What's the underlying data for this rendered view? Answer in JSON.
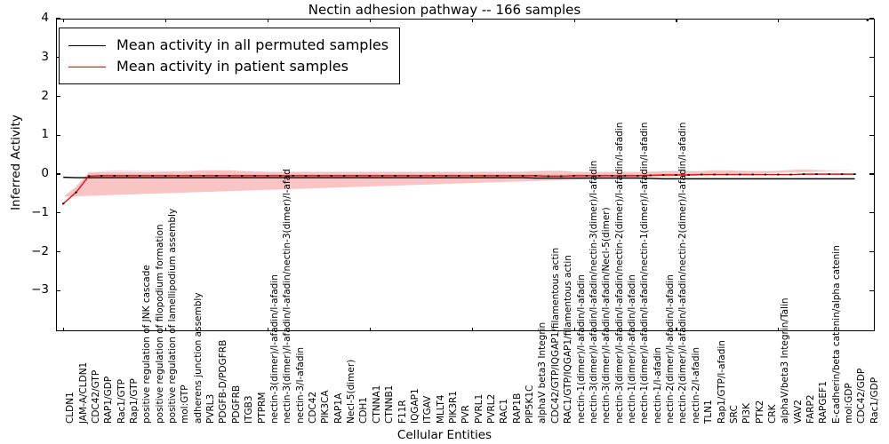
{
  "chart_data": {
    "type": "line",
    "title": "Nectin adhesion pathway -- 166 samples",
    "xlabel": "Cellular Entities",
    "ylabel": "Inferred Activity",
    "ylim": [
      -4,
      4
    ],
    "yticks": [
      -4,
      -3,
      -2,
      -1,
      0,
      1,
      2,
      3,
      4
    ],
    "ytick_labels": [
      "",
      "−3",
      "−2",
      "−1",
      "0",
      "1",
      "2",
      "3",
      "4"
    ],
    "grid": false,
    "legend_position": "upper left",
    "legend": [
      {
        "name": "Mean activity in all permuted samples",
        "color": "#000000"
      },
      {
        "name": "Mean activity in patient samples",
        "color": "#ff0000"
      }
    ],
    "categories": [
      "CLDN1",
      "JAM-A/CLDN1",
      "CDC42/GTP",
      "RAP1/GDP",
      "Rac1/GTP",
      "Rap1/GTP",
      "positive regulation of JNK cascade",
      "positive regulation of filopodium formation",
      "positive regulation of lamellipodium assembly",
      "mol:GTP",
      "adherens junction assembly",
      "PVRL3",
      "PDGFB-D/PDGFRB",
      "PDGFRB",
      "ITGB3",
      "PTPRM",
      "nectin-3(dimer)/l-afadin/l-afadin",
      "nectin-3(dimer)/l-afadin/l-afadin/nectin-3(dimer)/l-afad",
      "nectin-3/l-afadin",
      "CDC42",
      "PIK3CA",
      "RAP1A",
      "Necl-5(dimer)",
      "CDH1",
      "CTNNA1",
      "CTNNB1",
      "F11R",
      "IQGAP1",
      "ITGAV",
      "MLLT4",
      "PIK3R1",
      "PVR",
      "PVRL1",
      "PVRL2",
      "RAC1",
      "RAP1B",
      "PIP5K1C",
      "alphaV beta3 Integrin",
      "CDC42/GTP/IQGAP1/filamentous actin",
      "RAC1/GTP/IQGAP1/filamentous actin",
      "nectin-1(dimer)/l-afadin/l-afadin",
      "nectin-3(dimer)/l-afadin/l-afadin/nectin-3(dimer)/l-afadin",
      "nectin-3(dimer)/l-afadin/l-afadin/Necl-5(dimer)",
      "nectin-3(dimer)/l-afadin/l-afadin/nectin-2(dimer)/l-afadin/l-afadin",
      "nectin-1(dimer)/l-afadin/l-afadin",
      "nectin-1(dimer)/l-afadin/l-afadin/nectin-1(dimer)/l-afadin/l-afadin",
      "nectin-1/l-afadin",
      "nectin-2(dimer)/l-afadin/l-afadin",
      "nectin-2(dimer)/l-afadin/l-afadin/nectin-2(dimer)/l-afadin/l-afadin",
      "nectin-2/l-afadin",
      "TLN1",
      "Rap1/GTP/l-afadin",
      "SRC",
      "PI3K",
      "PTK2",
      "CRK",
      "alphaV/beta3 Integrin/Talin",
      "VAV2",
      "FARP2",
      "RAPGEF1",
      "E-cadherin/beta catenin/alpha catenin",
      "mol:GDP",
      "CDC42/GDP",
      "Rac1/GDP"
    ],
    "series": [
      {
        "name": "Mean activity in all permuted samples",
        "color": "#000000",
        "band_color": "#d9d9d9",
        "values": [
          -0.06,
          -0.07,
          -0.07,
          -0.07,
          -0.07,
          -0.07,
          -0.07,
          -0.07,
          -0.07,
          -0.07,
          -0.07,
          -0.07,
          -0.07,
          -0.07,
          -0.07,
          -0.07,
          -0.07,
          -0.07,
          -0.07,
          -0.07,
          -0.07,
          -0.07,
          -0.07,
          -0.07,
          -0.07,
          -0.07,
          -0.07,
          -0.07,
          -0.07,
          -0.07,
          -0.07,
          -0.07,
          -0.07,
          -0.07,
          -0.07,
          -0.07,
          -0.07,
          -0.08,
          -0.08,
          -0.08,
          -0.08,
          -0.08,
          -0.08,
          -0.08,
          -0.08,
          -0.08,
          -0.09,
          -0.1,
          -0.1,
          -0.1,
          -0.1,
          -0.1,
          -0.1,
          -0.1,
          -0.1,
          -0.1,
          -0.1,
          -0.1,
          -0.1,
          -0.1,
          -0.1,
          -0.1,
          -0.1
        ],
        "band_lo": [
          -0.22,
          -0.24,
          -0.24,
          -0.24,
          -0.26,
          -0.26,
          -0.25,
          -0.25,
          -0.24,
          -0.24,
          -0.24,
          -0.23,
          -0.23,
          -0.23,
          -0.23,
          -0.23,
          -0.23,
          -0.23,
          -0.23,
          -0.23,
          -0.23,
          -0.23,
          -0.23,
          -0.23,
          -0.23,
          -0.23,
          -0.23,
          -0.23,
          -0.23,
          -0.23,
          -0.23,
          -0.23,
          -0.23,
          -0.23,
          -0.23,
          -0.23,
          -0.23,
          -0.27,
          -0.27,
          -0.27,
          -0.24,
          -0.24,
          -0.24,
          -0.24,
          -0.24,
          -0.24,
          -0.26,
          -0.3,
          -0.3,
          -0.3,
          -0.28,
          -0.28,
          -0.28,
          -0.28,
          -0.28,
          -0.28,
          -0.28,
          -0.28,
          -0.28,
          -0.28,
          -0.27,
          -0.27,
          -0.27
        ],
        "band_hi": [
          0.1,
          0.1,
          0.1,
          0.1,
          0.12,
          0.12,
          0.11,
          0.11,
          0.1,
          0.1,
          0.1,
          0.09,
          0.09,
          0.09,
          0.09,
          0.09,
          0.09,
          0.09,
          0.09,
          0.09,
          0.09,
          0.09,
          0.09,
          0.09,
          0.09,
          0.09,
          0.09,
          0.09,
          0.09,
          0.09,
          0.09,
          0.09,
          0.09,
          0.09,
          0.09,
          0.09,
          0.09,
          0.11,
          0.11,
          0.11,
          0.08,
          0.08,
          0.08,
          0.08,
          0.08,
          0.08,
          0.09,
          0.11,
          0.11,
          0.11,
          0.08,
          0.08,
          0.08,
          0.08,
          0.08,
          0.08,
          0.08,
          0.08,
          0.08,
          0.08,
          0.07,
          0.07,
          0.07
        ]
      },
      {
        "name": "Mean activity in patient samples",
        "color": "#ff0000",
        "band_color": "#f5a0a0",
        "values": [
          -0.74,
          -0.45,
          -0.03,
          -0.02,
          -0.02,
          -0.02,
          -0.02,
          -0.02,
          -0.02,
          -0.02,
          -0.02,
          -0.02,
          -0.02,
          -0.02,
          -0.02,
          -0.02,
          -0.02,
          -0.02,
          -0.02,
          -0.02,
          -0.02,
          -0.02,
          -0.02,
          -0.02,
          -0.02,
          -0.02,
          -0.02,
          -0.02,
          -0.02,
          -0.02,
          -0.02,
          -0.02,
          -0.02,
          -0.02,
          -0.02,
          -0.02,
          -0.02,
          -0.02,
          -0.03,
          -0.03,
          -0.02,
          -0.02,
          -0.02,
          -0.02,
          -0.02,
          -0.02,
          -0.01,
          0.0,
          0.0,
          0.0,
          0.01,
          0.01,
          0.01,
          0.01,
          0.01,
          0.01,
          0.01,
          0.01,
          0.02,
          0.02,
          0.02,
          0.02,
          0.02
        ],
        "band_lo": [
          -0.92,
          -0.6,
          -0.13,
          -0.12,
          -0.12,
          -0.12,
          -0.12,
          -0.12,
          -0.12,
          -0.12,
          -0.13,
          -0.14,
          -0.14,
          -0.14,
          -0.13,
          -0.13,
          -0.12,
          -0.12,
          -0.12,
          -0.12,
          -0.12,
          -0.12,
          -0.12,
          -0.12,
          -0.12,
          -0.12,
          -0.12,
          -0.12,
          -0.12,
          -0.12,
          -0.12,
          -0.12,
          -0.12,
          -0.12,
          -0.12,
          -0.12,
          -0.12,
          -0.13,
          -0.14,
          -0.14,
          -0.12,
          -0.12,
          -0.12,
          -0.12,
          -0.12,
          -0.12,
          -0.11,
          -0.11,
          -0.11,
          -0.11,
          -0.1,
          -0.1,
          -0.1,
          -0.1,
          -0.1,
          -0.1,
          -0.1,
          -0.1,
          -0.09,
          -0.09,
          -0.09,
          -0.09,
          -0.09
        ],
        "band_hi": [
          -0.56,
          -0.3,
          0.07,
          0.08,
          0.08,
          0.08,
          0.08,
          0.08,
          0.09,
          0.09,
          0.1,
          0.12,
          0.12,
          0.12,
          0.1,
          0.09,
          0.08,
          0.08,
          0.08,
          0.08,
          0.08,
          0.08,
          0.08,
          0.08,
          0.08,
          0.08,
          0.08,
          0.08,
          0.08,
          0.08,
          0.08,
          0.08,
          0.08,
          0.08,
          0.08,
          0.08,
          0.08,
          0.09,
          0.1,
          0.1,
          0.08,
          0.08,
          0.08,
          0.08,
          0.08,
          0.08,
          0.08,
          0.09,
          0.09,
          0.09,
          0.1,
          0.12,
          0.12,
          0.11,
          0.1,
          0.1,
          0.11,
          0.13,
          0.14,
          0.13,
          0.12,
          0.12,
          0.12
        ]
      }
    ]
  }
}
